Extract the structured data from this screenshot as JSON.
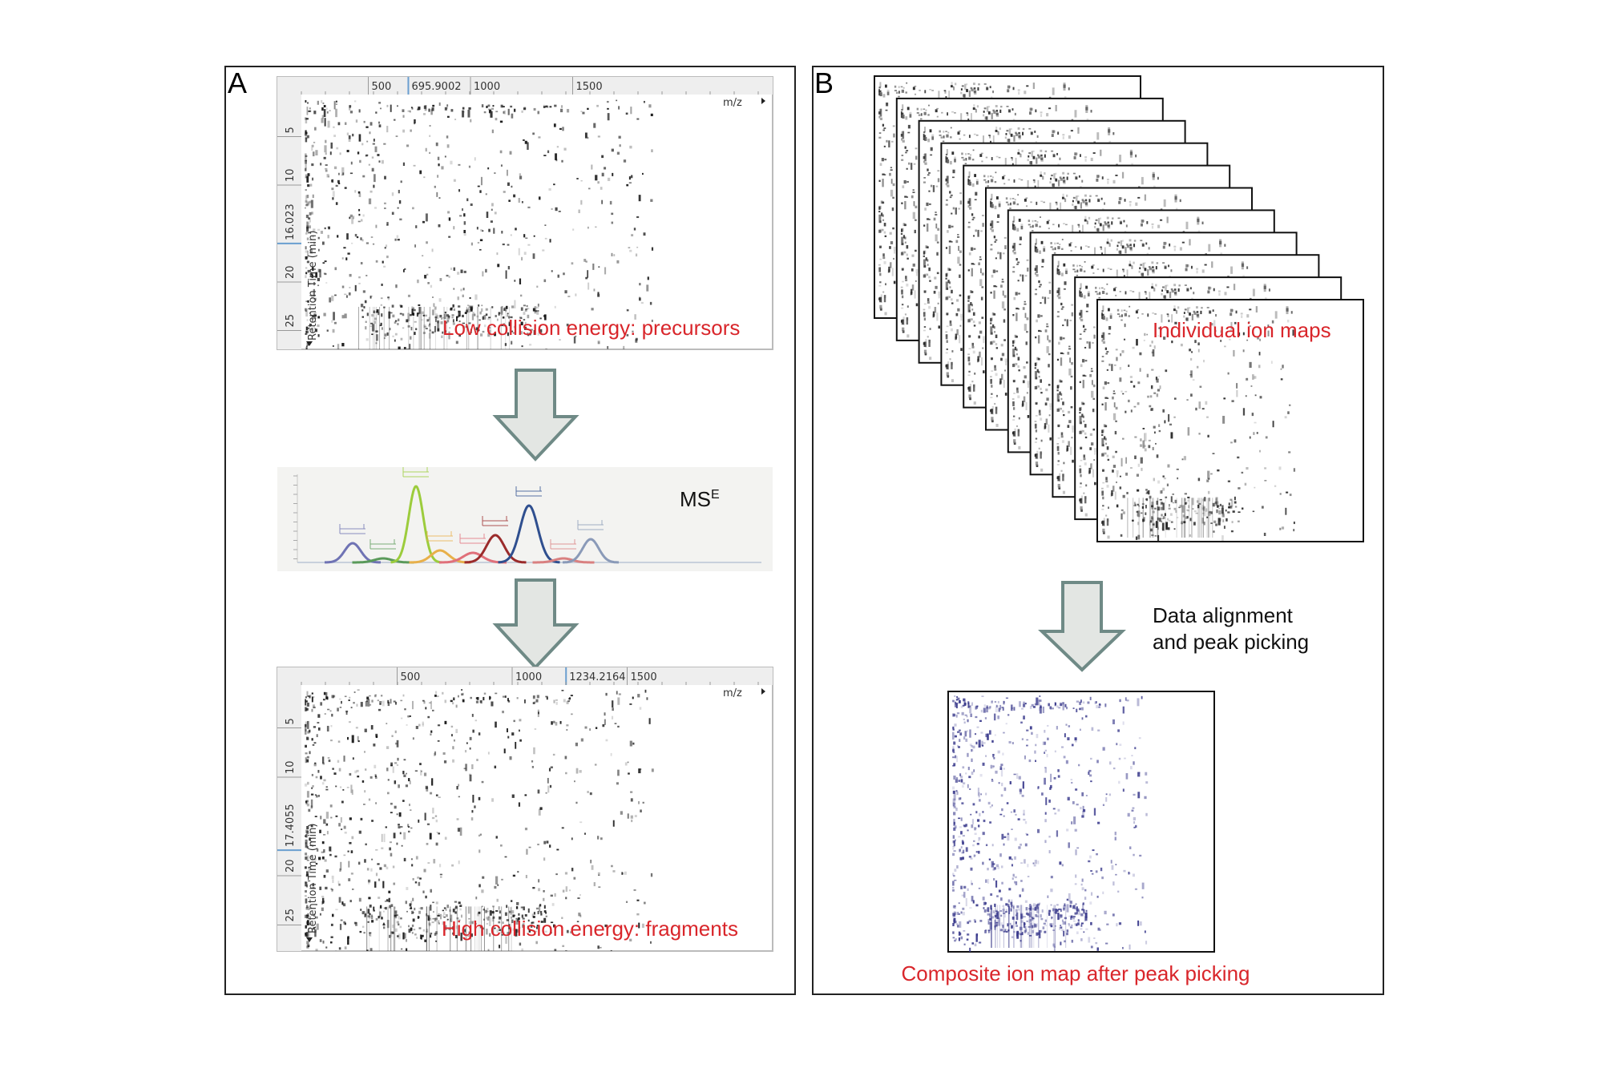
{
  "panel_a": {
    "label": "A",
    "low_map": {
      "mz_ticks": [
        "500",
        "1000",
        "1500"
      ],
      "mz_cursor": "695.9002",
      "mz_label": "m/z",
      "rt_ticks": [
        "5",
        "10",
        "20",
        "25"
      ],
      "rt_cursor": "16.023",
      "rt_label": "Retention Time (min)",
      "caption": "Low collision energy: precursors"
    },
    "mse": {
      "label": "MS",
      "label_sup": "E",
      "peak_colors": [
        "#6f73b4",
        "#5a9a5a",
        "#9ccc3c",
        "#e8b04a",
        "#e0707a",
        "#9b2b2b",
        "#2f4f8f",
        "#d98080",
        "#8a9ab8"
      ]
    },
    "high_map": {
      "mz_ticks": [
        "500",
        "1000",
        "1500"
      ],
      "mz_cursor": "1234.2164",
      "mz_label": "m/z",
      "rt_ticks": [
        "5",
        "10",
        "20",
        "25"
      ],
      "rt_cursor": "17.4055",
      "rt_label": "Retention Time (min)",
      "caption": "High collision energy: fragments"
    }
  },
  "panel_b": {
    "label": "B",
    "stack_caption": "Individual  ion maps",
    "step_line1": "Data alignment",
    "step_line2": "and peak picking",
    "composite_caption": "Composite ion map after peak picking",
    "composite_color": "#3a3a8c"
  },
  "colors": {
    "caption_red": "#d9262b",
    "arrow_fill": "#e3e6e3",
    "arrow_stroke": "#6f8a86"
  }
}
